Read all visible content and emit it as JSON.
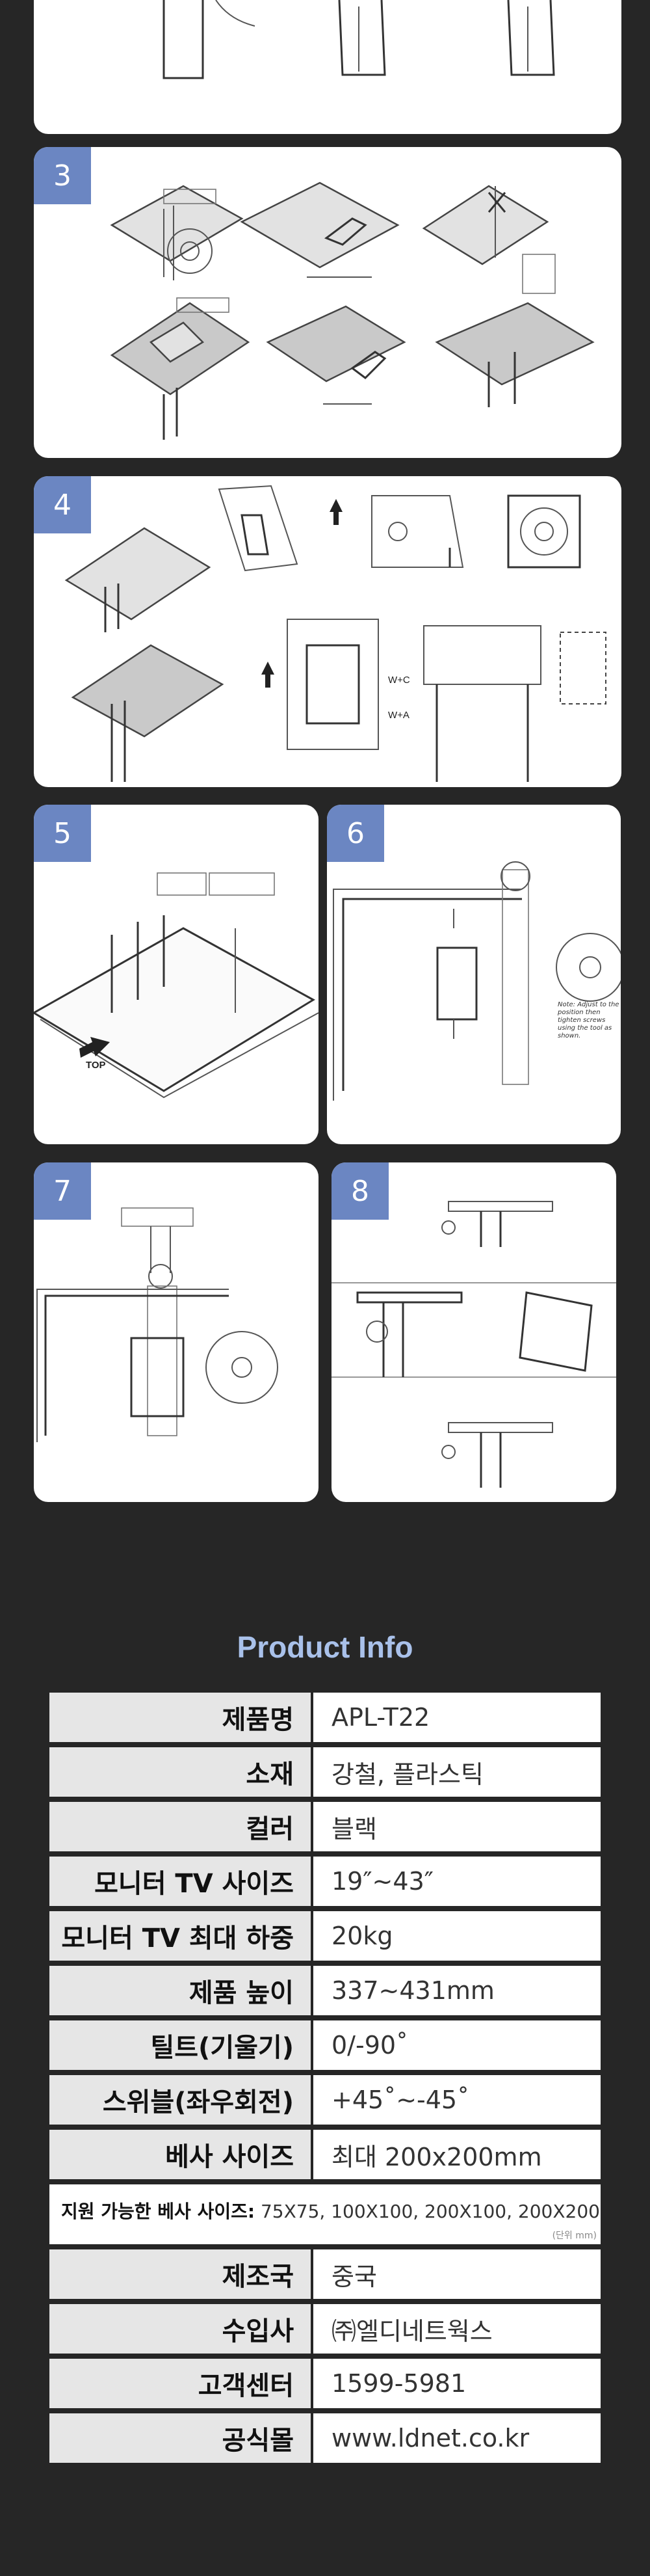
{
  "steps": [
    "3",
    "4",
    "5",
    "6",
    "7",
    "8"
  ],
  "product_info_title": "Product Info",
  "specs": [
    {
      "label": "제품명",
      "value": "APL-T22"
    },
    {
      "label": "소재",
      "value": "강철, 플라스틱"
    },
    {
      "label": "컬러",
      "value": "블랙"
    },
    {
      "label": "모니터 TV 사이즈",
      "value": "19″~43″"
    },
    {
      "label": "모니터 TV 최대 하중",
      "value": "20kg"
    },
    {
      "label": "제품 높이",
      "value": "337~431mm"
    },
    {
      "label": "틸트(기울기)",
      "value": "0/-90˚"
    },
    {
      "label": "스위블(좌우회전)",
      "value": "+45˚~-45˚"
    },
    {
      "label": "베사 사이즈",
      "value": "최대 200x200mm"
    }
  ],
  "vesa_supported": {
    "label": "지원 가능한 베사 사이즈:",
    "value": " 75X75, 100X100, 200X100, 200X200",
    "unit": "(단위 mm)"
  },
  "specs2": [
    {
      "label": "제조국",
      "value": "중국"
    },
    {
      "label": "수입사",
      "value": "㈜엘디네트웍스"
    },
    {
      "label": "고객센터",
      "value": "1599-5981"
    },
    {
      "label": "공식몰",
      "value": "www.ldnet.co.kr"
    }
  ],
  "diagram_text": {
    "step6_note": "Note: Adjust to the position then tighten screws using the tool as shown.",
    "step5_top": "TOP",
    "wc": "W+C",
    "wa": "W+A"
  }
}
